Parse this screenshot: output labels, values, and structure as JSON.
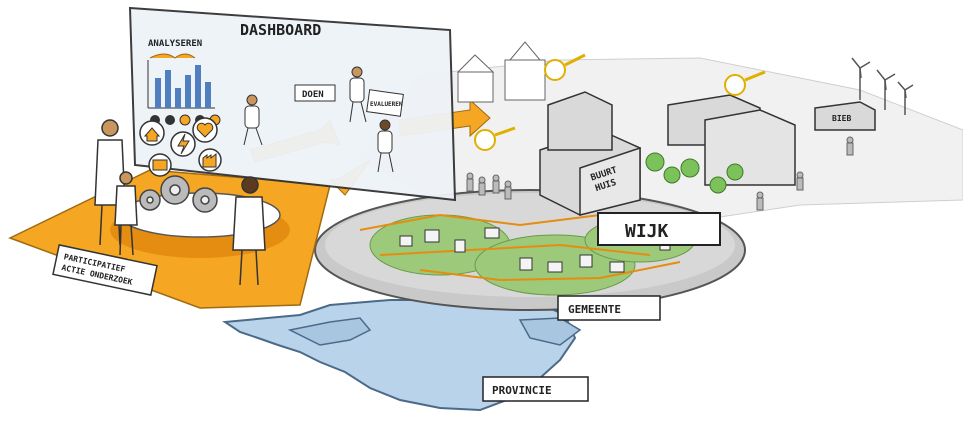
{
  "labels": {
    "dashboard": "DASHBOARD",
    "analyseren": "ANALYSEREN",
    "doen": "DOEN",
    "evalueren": "EVALUEREN",
    "pao_line1": "PARTICIPATIEF",
    "pao_line2": "ACTIE ONDERZOEK",
    "wijk": "WIJK",
    "gemeente": "GEMEENTE",
    "provincie": "PROVINCIE",
    "buurthuis_line1": "BUURT",
    "buurthuis_line2": "HUIS",
    "bieb": "BIEB"
  },
  "colors": {
    "orange": "#f5a623",
    "orange_dark": "#e58d10",
    "water": "#b9d3ea",
    "water_stroke": "#4b6a8a",
    "green_district": "#9cc97a",
    "grey_map": "#c9c9c9",
    "building_grey": "#d9d9d9",
    "ink": "#222222",
    "dashboard_glass": "#eef3f8",
    "chart_blue": "#4f7fbf"
  },
  "icons": [
    "home-icon",
    "lightning-icon",
    "heart-icon",
    "factory-icon",
    "folder-icon",
    "key-icon",
    "wind-turbine-icon",
    "gear-icon"
  ]
}
